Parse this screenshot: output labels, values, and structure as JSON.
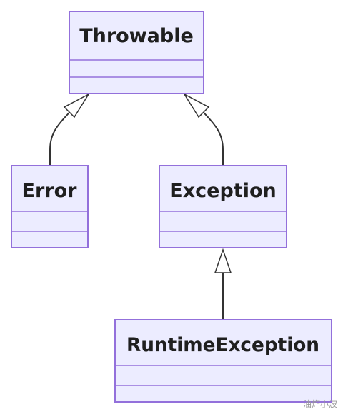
{
  "diagram": {
    "classes": {
      "throwable": "Throwable",
      "error": "Error",
      "exception": "Exception",
      "runtime_exception": "RuntimeException"
    },
    "relations": [
      {
        "child": "Error",
        "parent": "Throwable",
        "type": "inheritance"
      },
      {
        "child": "Exception",
        "parent": "Throwable",
        "type": "inheritance"
      },
      {
        "child": "RuntimeException",
        "parent": "Exception",
        "type": "inheritance"
      }
    ],
    "colors": {
      "box_fill": "#ececff",
      "box_border": "#9370db",
      "edge": "#333333"
    }
  },
  "watermark": "油炸小波"
}
